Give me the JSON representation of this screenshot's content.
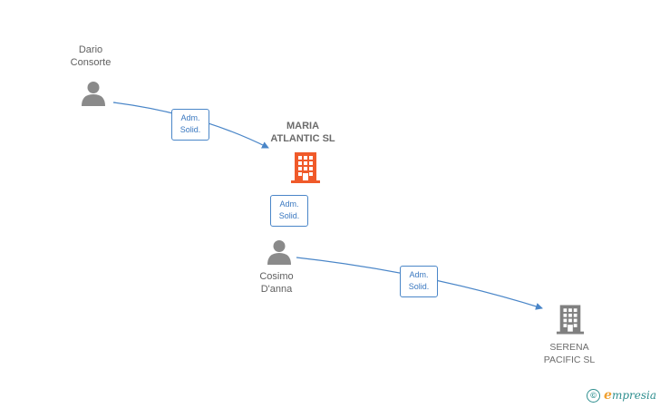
{
  "colors": {
    "edge": "#4a86c8",
    "person_icon": "#8a8a8a",
    "company_main": "#f05a2a",
    "company_other": "#808080",
    "brand": "#2f8f8f",
    "brand_accent": "#f0a030"
  },
  "nodes": {
    "dario": {
      "type": "person",
      "icon": "person-icon",
      "name_lines": [
        "Dario",
        "Consorte"
      ]
    },
    "maria": {
      "type": "company",
      "icon": "building-icon",
      "name_lines": [
        "MARIA",
        "ATLANTIC  SL"
      ]
    },
    "cosimo": {
      "type": "person",
      "icon": "person-icon",
      "name_lines": [
        "Cosimo",
        "D'anna"
      ]
    },
    "serena": {
      "type": "company",
      "icon": "building-icon",
      "name_lines": [
        "SERENA",
        "PACIFIC  SL"
      ]
    }
  },
  "edges": [
    {
      "from": "dario",
      "to": "maria",
      "label_lines": [
        "Adm.",
        "Solid."
      ]
    },
    {
      "from": "cosimo",
      "to": "maria",
      "label_lines": [
        "Adm.",
        "Solid."
      ]
    },
    {
      "from": "cosimo",
      "to": "serena",
      "label_lines": [
        "Adm.",
        "Solid."
      ]
    }
  ],
  "watermark": {
    "copyright_symbol": "©",
    "brand_initial": "e",
    "brand_rest": "mpresia"
  }
}
